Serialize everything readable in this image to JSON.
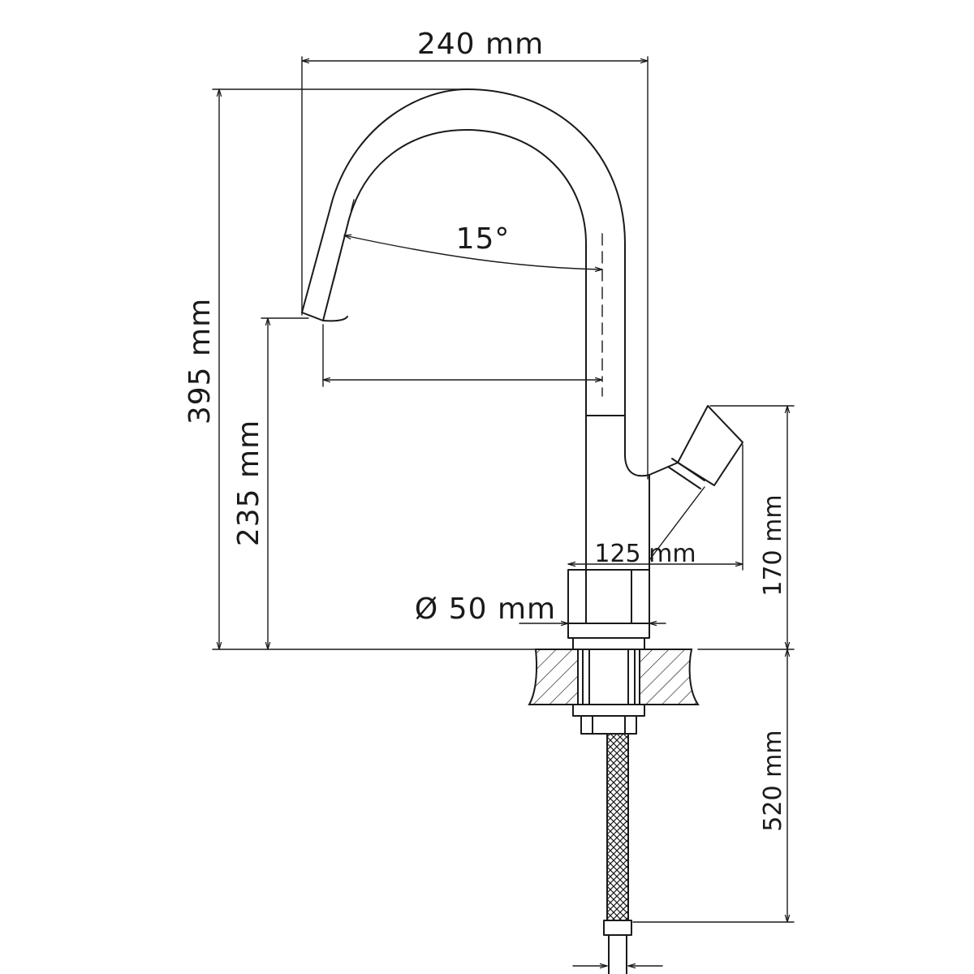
{
  "dimensions": {
    "total_width": "240 mm",
    "total_height": "395 mm",
    "spout_height": "235 mm",
    "spout_angle": "15°",
    "lever_reach": "125 mm",
    "lever_height": "170 mm",
    "base_diameter": "Ø 50 mm",
    "hose_length": "520 mm"
  },
  "colors": {
    "line": "#1a1a1a",
    "background": "#ffffff"
  }
}
